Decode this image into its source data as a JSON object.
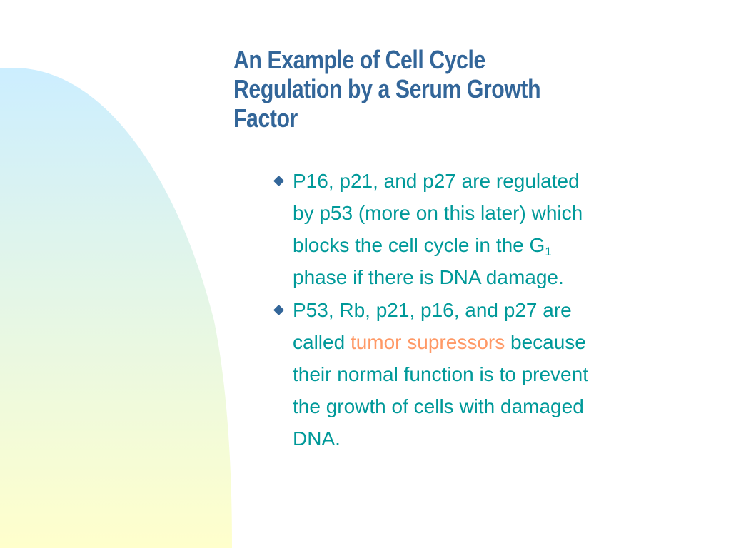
{
  "slide": {
    "title_lines": [
      "An Example of Cell Cycle",
      "Regulation by a Serum Growth",
      "Factor"
    ],
    "colors": {
      "title": "#336699",
      "body": "#009999",
      "highlight": "#ff9966",
      "bullet_icon": "#336699",
      "decor_top": "#cceeff",
      "decor_bottom": "#ffffcc"
    },
    "bullet_icon": "diamond-bullet-icon",
    "bullets": [
      {
        "line1": "P16, p21, and p27 are regulated",
        "line2": "by p53 (more on this later) which",
        "line3_pre": "blocks the cell cycle in the G",
        "line3_sub": "1",
        "line4": "phase if there is DNA damage."
      },
      {
        "line1": "P53, Rb, p21, p16, and p27 are",
        "line2_pre": "called ",
        "line2_highlight": "tumor supressors",
        "line2_post": " because",
        "line3": "their normal function is to prevent",
        "line4": "the growth of cells with damaged",
        "line5": "DNA."
      }
    ]
  }
}
